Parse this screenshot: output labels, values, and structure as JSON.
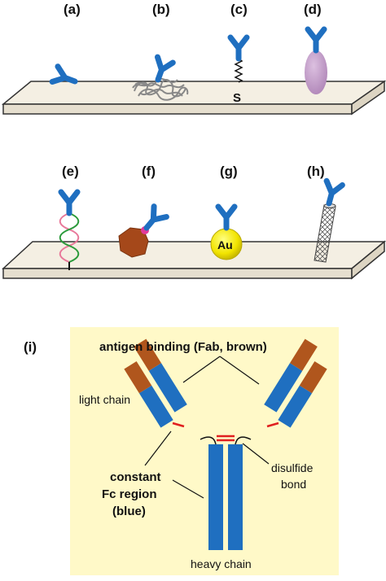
{
  "panel_labels": [
    "(a)",
    "(b)",
    "(c)",
    "(d)",
    "(e)",
    "(f)",
    "(g)",
    "(h)",
    "(i)"
  ],
  "thiol_label": "S",
  "gold_label": "Au",
  "antibody_diagram": {
    "antigen_binding_label": "antigen binding (Fab, brown)",
    "light_chain_label": "light chain",
    "constant_label_line1": "constant",
    "constant_label_line2": "Fc region",
    "constant_label_line3": "(blue)",
    "disulfide_label_line1": "disulfide",
    "disulfide_label_line2": "bond",
    "heavy_chain_label": "heavy chain"
  },
  "colors": {
    "antibody_blue": "#1f6fc0",
    "fab_brown": "#b0561d",
    "disulfide_red": "#e02020",
    "panel_background": "#fff9c8",
    "surface_fill": "#f4efe3",
    "lavender": "#c49ac9",
    "gold": "#f2e400",
    "brown_particle": "#a5481a",
    "magenta": "#e23a9a"
  },
  "icons": [
    "antibody-icon",
    "polymer-tangle-icon",
    "thiol-linker-icon",
    "protein-spacer-icon",
    "dna-helix-icon",
    "nanoparticle-icon",
    "gold-particle-icon",
    "carbon-nanotube-icon"
  ]
}
